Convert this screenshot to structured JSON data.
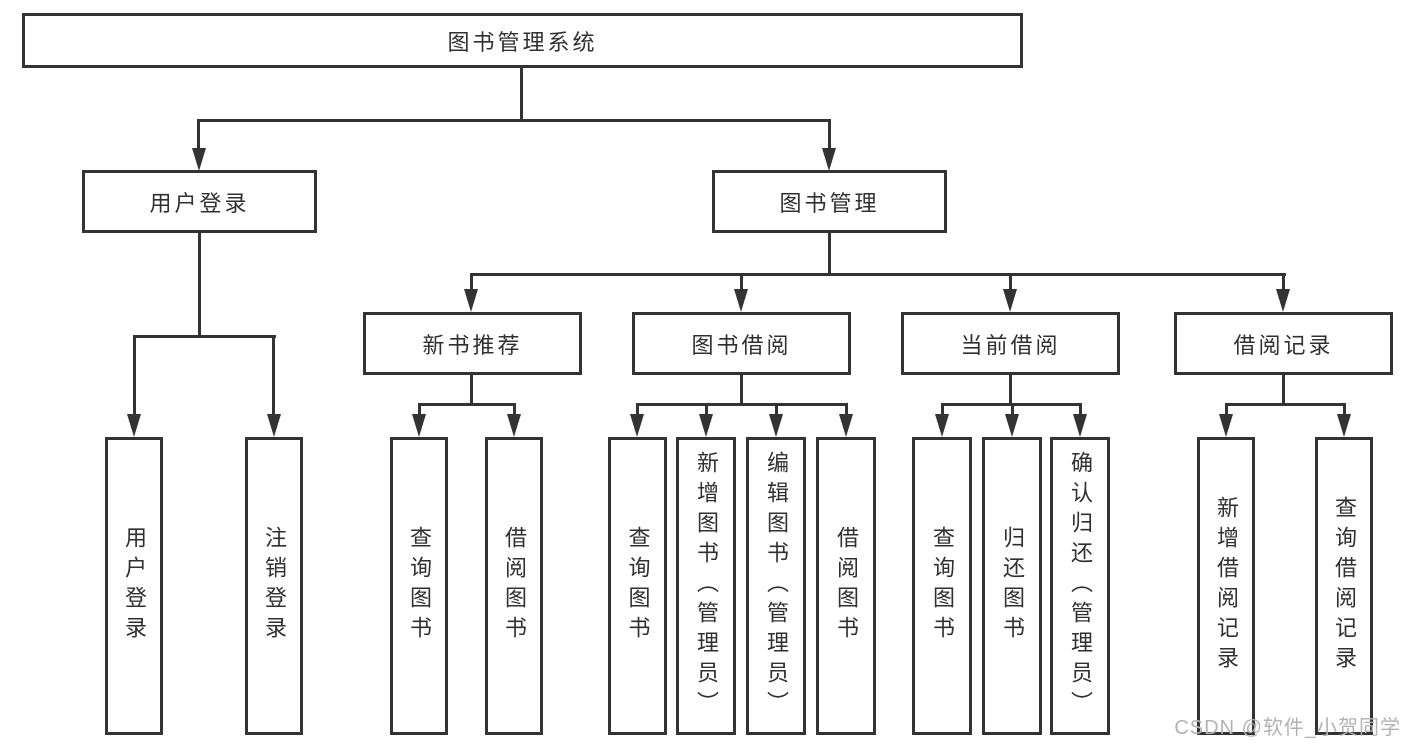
{
  "colors": {
    "line": "#333333",
    "text": "#303030",
    "box_bg": "#ffffff",
    "watermark": "#b3b3b3"
  },
  "watermark": {
    "text": "CSDN @软件_小贺同学"
  },
  "tree": {
    "label": "图书管理系统",
    "children": [
      {
        "label": "用户登录",
        "children": [
          {
            "label": "用户登录"
          },
          {
            "label": "注销登录"
          }
        ]
      },
      {
        "label": "图书管理",
        "children": [
          {
            "label": "新书推荐",
            "children": [
              {
                "label": "查询图书"
              },
              {
                "label": "借阅图书"
              }
            ]
          },
          {
            "label": "图书借阅",
            "children": [
              {
                "label": "查询图书"
              },
              {
                "label": "新增图书（管理员）"
              },
              {
                "label": "编辑图书（管理员）"
              },
              {
                "label": "借阅图书"
              }
            ]
          },
          {
            "label": "当前借阅",
            "children": [
              {
                "label": "查询图书"
              },
              {
                "label": "归还图书"
              },
              {
                "label": "确认归还（管理员）"
              }
            ]
          },
          {
            "label": "借阅记录",
            "children": [
              {
                "label": "新增借阅记录"
              },
              {
                "label": "查询借阅记录"
              }
            ]
          }
        ]
      }
    ]
  }
}
